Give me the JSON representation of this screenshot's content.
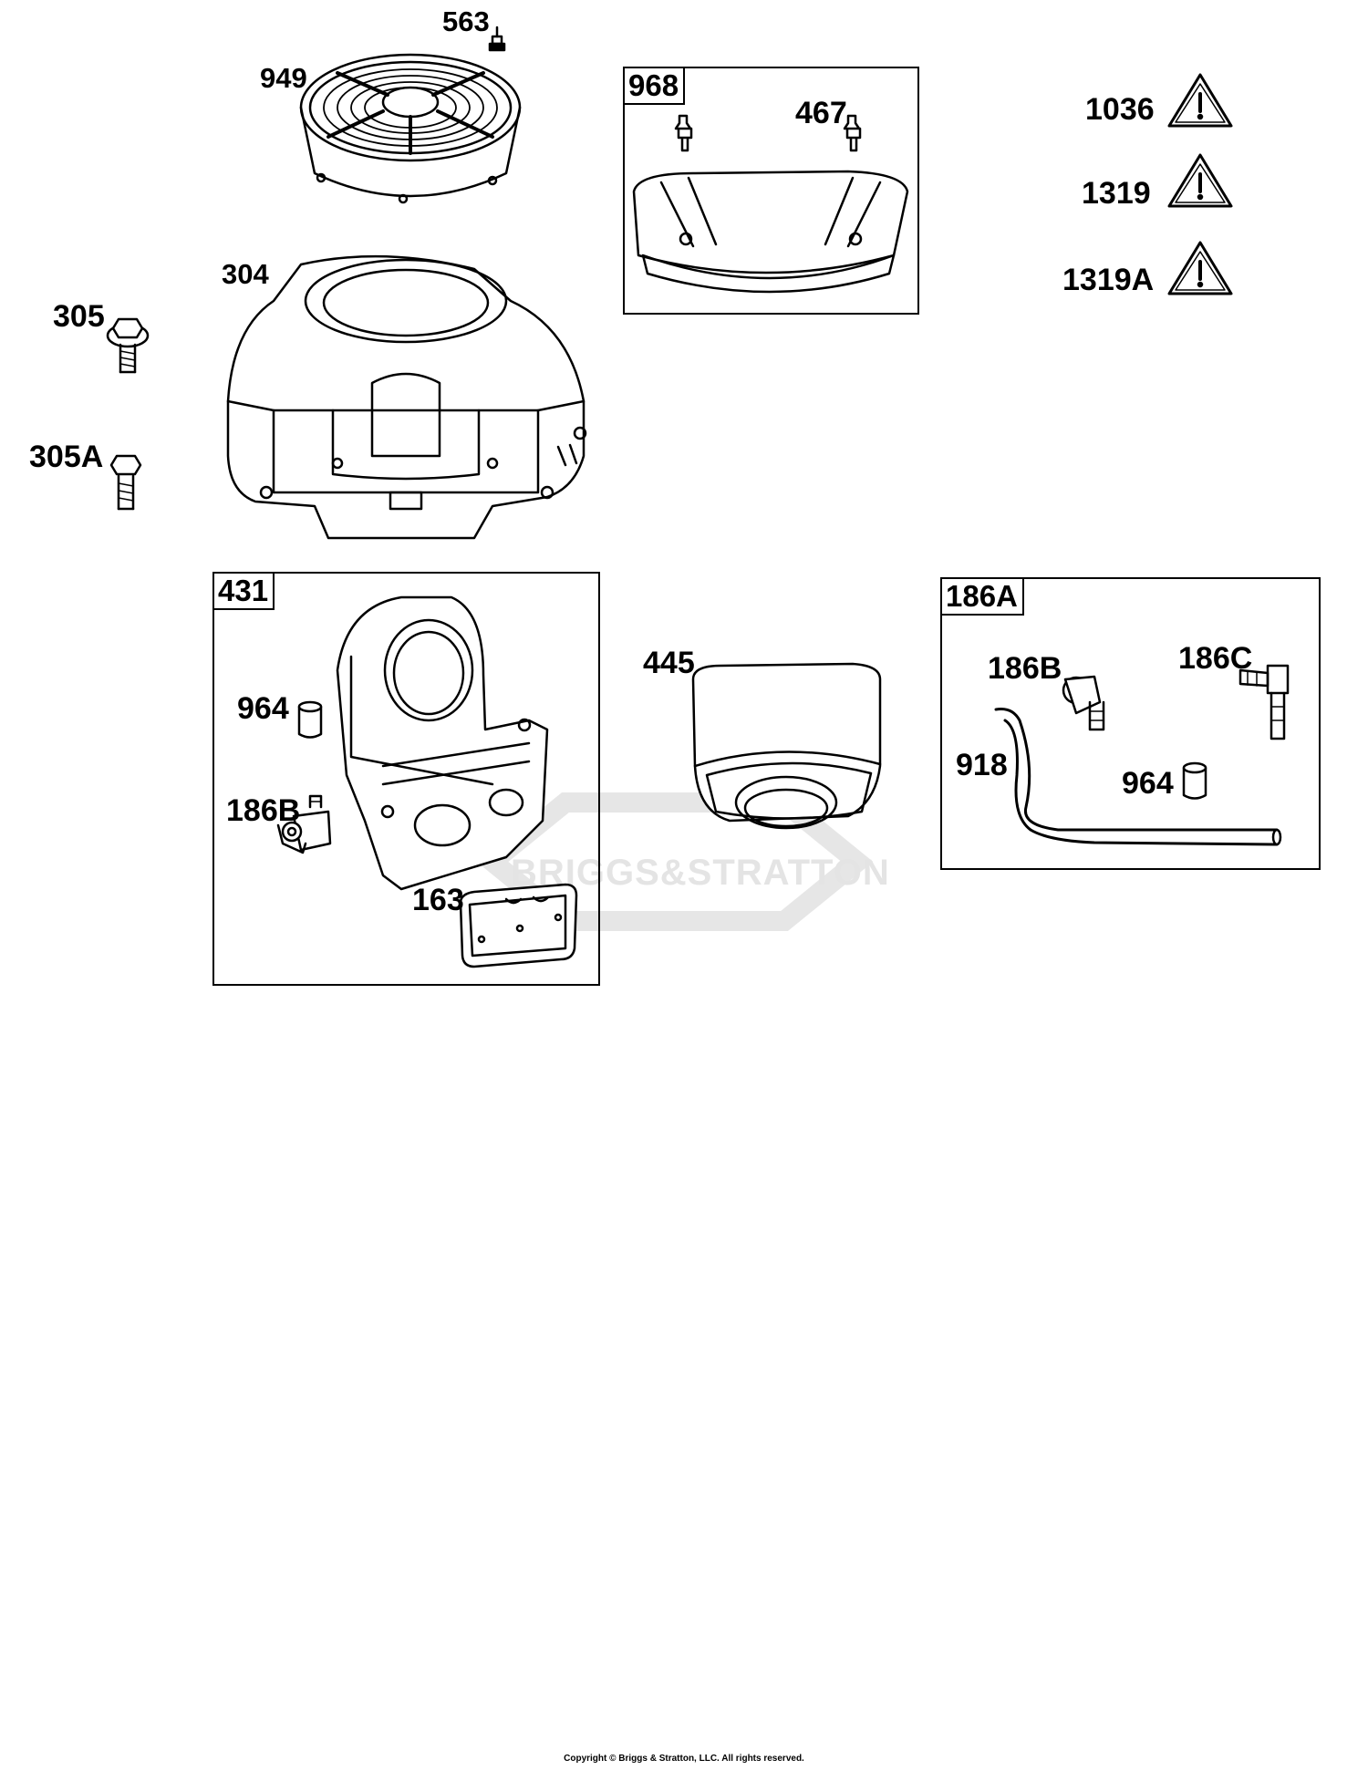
{
  "labels": {
    "p563": "563",
    "p949": "949",
    "p304": "304",
    "p305": "305",
    "p305A": "305A",
    "p968": "968",
    "p467": "467",
    "p1036": "1036",
    "p1319": "1319",
    "p1319A": "1319A",
    "p431": "431",
    "p964a": "964",
    "p186Ba": "186B",
    "p163": "163",
    "p445": "445",
    "p186A": "186A",
    "p186Bb": "186B",
    "p186C": "186C",
    "p918": "918",
    "p964b": "964"
  },
  "watermark": "BRIGGS&STRATTON",
  "copyright": "Copyright © Briggs & Stratton, LLC. All rights reserved.",
  "colors": {
    "ink": "#000000",
    "paper": "#ffffff",
    "watermark": "#e4e4e4"
  },
  "icons": [
    "warning-triangle-icon"
  ]
}
